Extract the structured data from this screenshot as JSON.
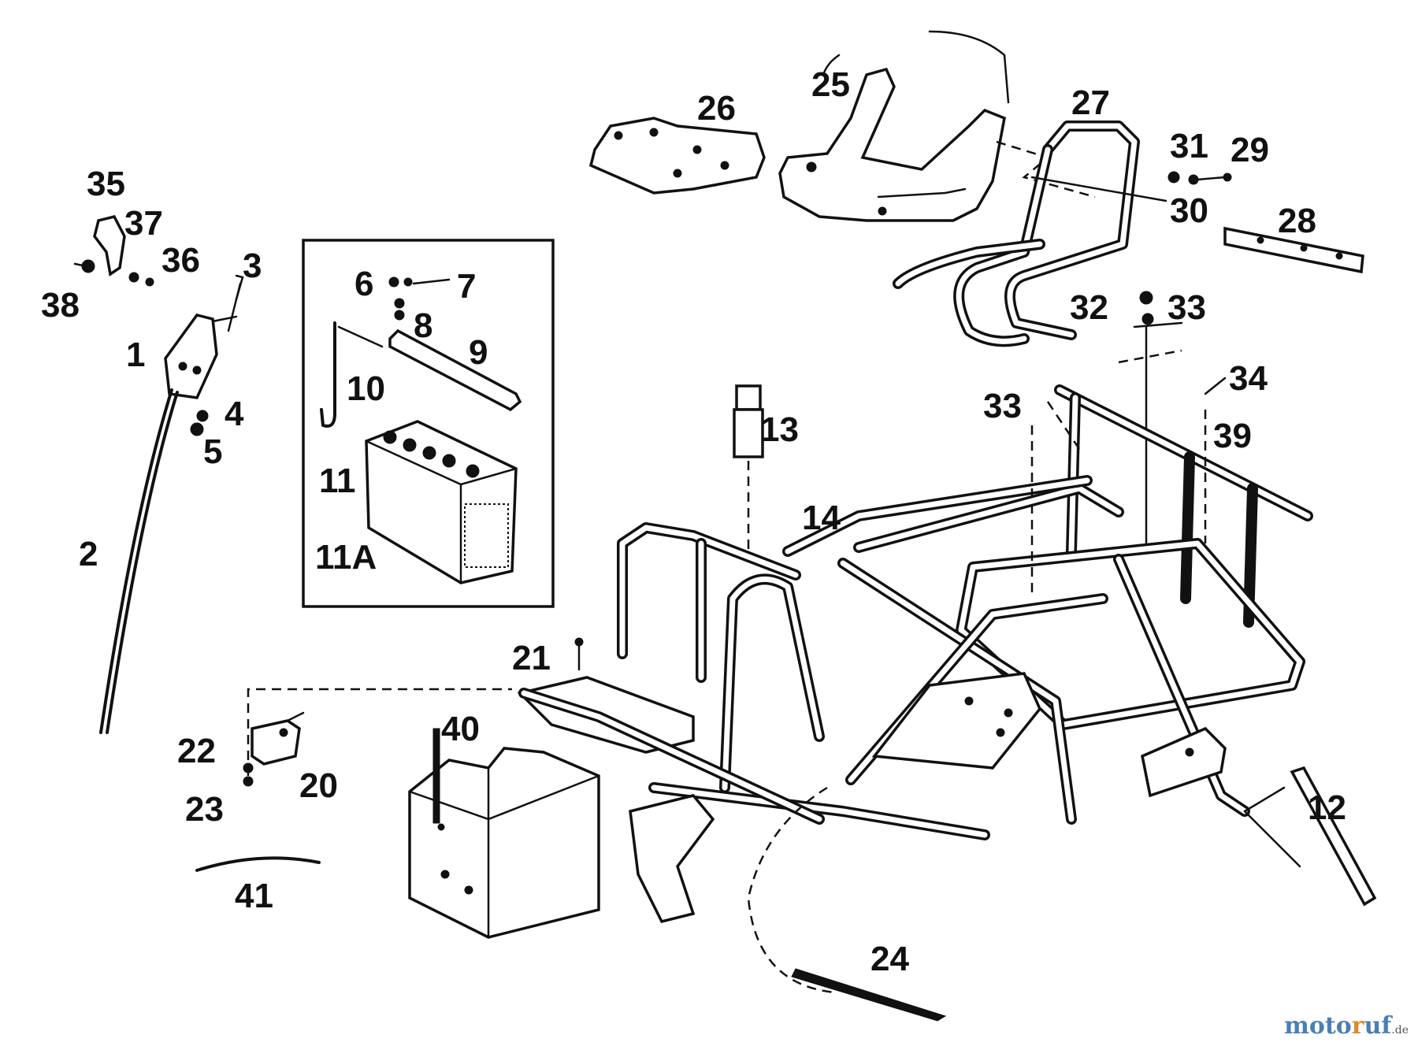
{
  "diagram": {
    "parts": [
      {
        "id": "1",
        "label": "1"
      },
      {
        "id": "2",
        "label": "2"
      },
      {
        "id": "3",
        "label": "3"
      },
      {
        "id": "4",
        "label": "4"
      },
      {
        "id": "5",
        "label": "5"
      },
      {
        "id": "6",
        "label": "6"
      },
      {
        "id": "7",
        "label": "7"
      },
      {
        "id": "8",
        "label": "8"
      },
      {
        "id": "9",
        "label": "9"
      },
      {
        "id": "10",
        "label": "10"
      },
      {
        "id": "11",
        "label": "11"
      },
      {
        "id": "11A",
        "label": "11A"
      },
      {
        "id": "12",
        "label": "12"
      },
      {
        "id": "13",
        "label": "13"
      },
      {
        "id": "14",
        "label": "14"
      },
      {
        "id": "20",
        "label": "20"
      },
      {
        "id": "21",
        "label": "21"
      },
      {
        "id": "22",
        "label": "22"
      },
      {
        "id": "23",
        "label": "23"
      },
      {
        "id": "24",
        "label": "24"
      },
      {
        "id": "25",
        "label": "25"
      },
      {
        "id": "26",
        "label": "26"
      },
      {
        "id": "27",
        "label": "27"
      },
      {
        "id": "28",
        "label": "28"
      },
      {
        "id": "29",
        "label": "29"
      },
      {
        "id": "30",
        "label": "30"
      },
      {
        "id": "31",
        "label": "31"
      },
      {
        "id": "32",
        "label": "32"
      },
      {
        "id": "33a",
        "label": "33"
      },
      {
        "id": "33b",
        "label": "33"
      },
      {
        "id": "34",
        "label": "34"
      },
      {
        "id": "35",
        "label": "35"
      },
      {
        "id": "36",
        "label": "36"
      },
      {
        "id": "37",
        "label": "37"
      },
      {
        "id": "38",
        "label": "38"
      },
      {
        "id": "39",
        "label": "39"
      },
      {
        "id": "40",
        "label": "40"
      },
      {
        "id": "41",
        "label": "41"
      }
    ]
  },
  "watermark": {
    "part1": "moto",
    "part2": "r",
    "part3": "uf",
    "suffix": ".de"
  }
}
